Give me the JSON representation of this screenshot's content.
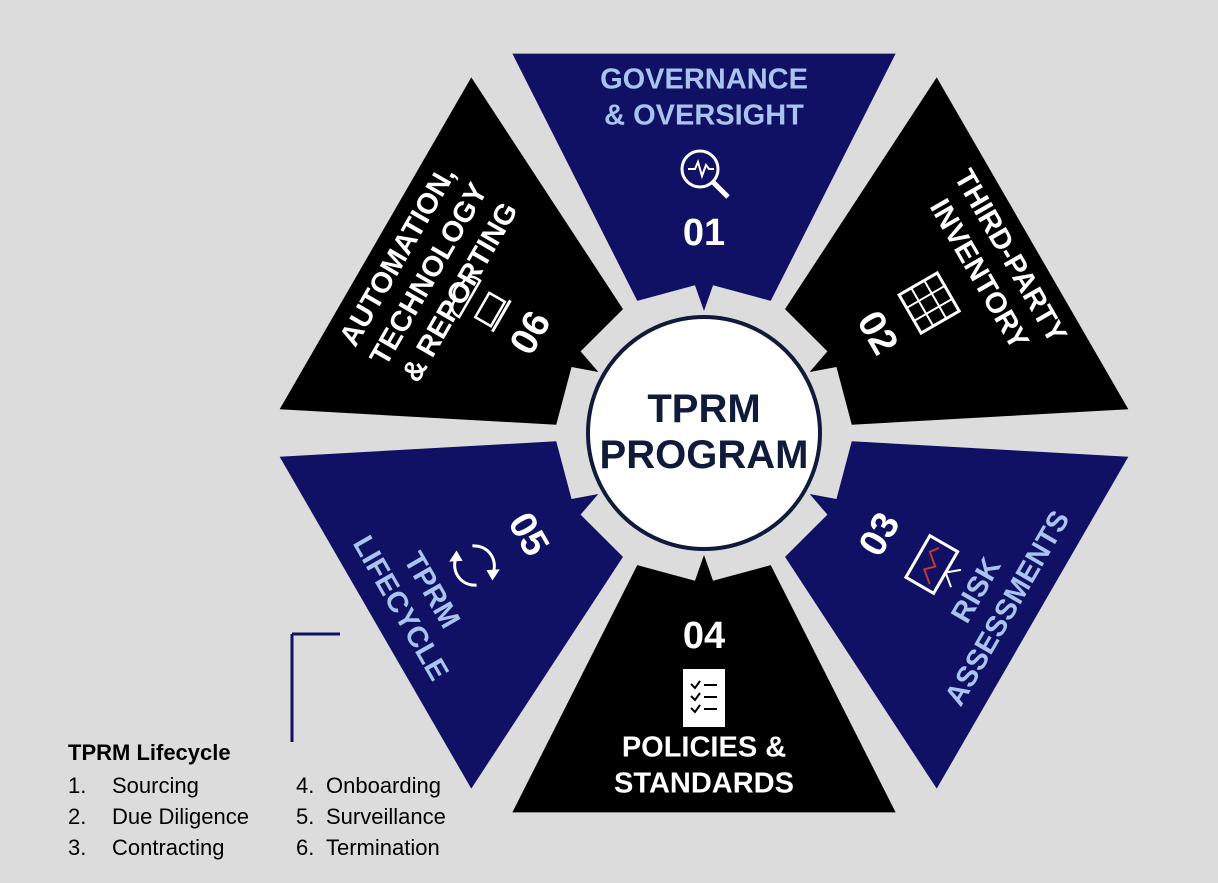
{
  "center": {
    "line1": "TPRM",
    "line2": "PROGRAM"
  },
  "segments": [
    {
      "number": "01",
      "lines": [
        "GOVERNANCE",
        "& OVERSIGHT"
      ],
      "icon": "magnifier-pulse-icon",
      "fill": "#101164",
      "text_color": "#a9c4ee"
    },
    {
      "number": "02",
      "lines": [
        "THIRD-PARTY",
        "INVENTORY"
      ],
      "icon": "grid-table-icon",
      "fill": "#000000",
      "text_color": "#ffffff"
    },
    {
      "number": "03",
      "lines": [
        "RISK",
        "ASSESSMENTS"
      ],
      "icon": "monitor-chart-icon",
      "fill": "#101164",
      "text_color": "#a9c4ee"
    },
    {
      "number": "04",
      "lines": [
        "POLICIES &",
        "STANDARDS"
      ],
      "icon": "checklist-document-icon",
      "fill": "#000000",
      "text_color": "#ffffff"
    },
    {
      "number": "05",
      "lines": [
        "TPRM",
        "LIFECYCLE"
      ],
      "icon": "cycle-arrows-icon",
      "fill": "#101164",
      "text_color": "#a9c4ee"
    },
    {
      "number": "06",
      "lines": [
        "AUTOMATION,",
        "TECHNOLOGY",
        "& REPORTING"
      ],
      "icon": "cloud-devices-icon",
      "fill": "#000000",
      "text_color": "#ffffff"
    }
  ],
  "legend": {
    "title": "TPRM Lifecycle",
    "items": [
      {
        "num": "1.",
        "label": "Sourcing"
      },
      {
        "num": "4.",
        "label": "Onboarding"
      },
      {
        "num": "2.",
        "label": "Due Diligence"
      },
      {
        "num": "5.",
        "label": "Surveillance"
      },
      {
        "num": "3.",
        "label": "Contracting"
      },
      {
        "num": "6.",
        "label": "Termination"
      }
    ]
  }
}
